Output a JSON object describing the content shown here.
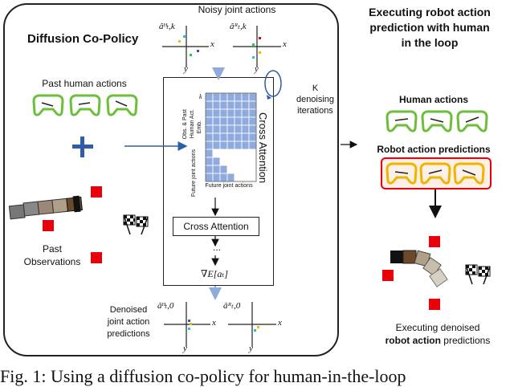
{
  "left_panel": {
    "title": "Diffusion Co-Policy",
    "noisy_label": "Noisy joint actions",
    "noisy_human_label": "âᴴₜ,k",
    "noisy_robot_label": "âᴿₜ,k",
    "past_human_label": "Past human actions",
    "past_obs_label_1": "Past",
    "past_obs_label_2": "Observations",
    "k_denoise_1": "K",
    "k_denoise_2": "denoising",
    "k_denoise_3": "iterations",
    "cross_attention_vertical": "Cross Attention",
    "cross_attention_box": "Cross Attention",
    "ellipsis": "...",
    "gradient_label": "∇E[aₜ]",
    "matrix_labels": {
      "obs_past": "Obs. & Past",
      "human_act": "Human Act.",
      "emb": "Emb.",
      "future_joint_actions_v": "Future joint actions",
      "future_joint_actions_h": "Future joint actions",
      "k_symbol": "k"
    },
    "denoised_label_1": "Denoised",
    "denoised_label_2": "joint action",
    "denoised_label_3": "predictions",
    "denoised_human_label": "âᴴₜ,0",
    "denoised_robot_label": "âᴿₜ,0",
    "axis_x": "x",
    "axis_y": "y"
  },
  "right_panel": {
    "title_line1": "Executing robot action",
    "title_line2": "prediction with human",
    "title_line3": "in the loop",
    "human_actions_label": "Human actions",
    "robot_predictions_label": "Robot action predictions",
    "executing_line1": "Executing denoised",
    "executing_line2_bold": "robot action",
    "executing_line2_rest": " predictions"
  },
  "caption": "Fig. 1: Using a diffusion co-policy for human-in-the-loop",
  "colors": {
    "red": "#e8000a",
    "green_controller": "#6bbf3a",
    "yellow_controller": "#f0b400",
    "robot_box_border": "#e8000a",
    "robot_box_fill": "#fdf0e6",
    "blue_arrow": "#2f5da8",
    "matrix_blue": "#8faadc"
  }
}
